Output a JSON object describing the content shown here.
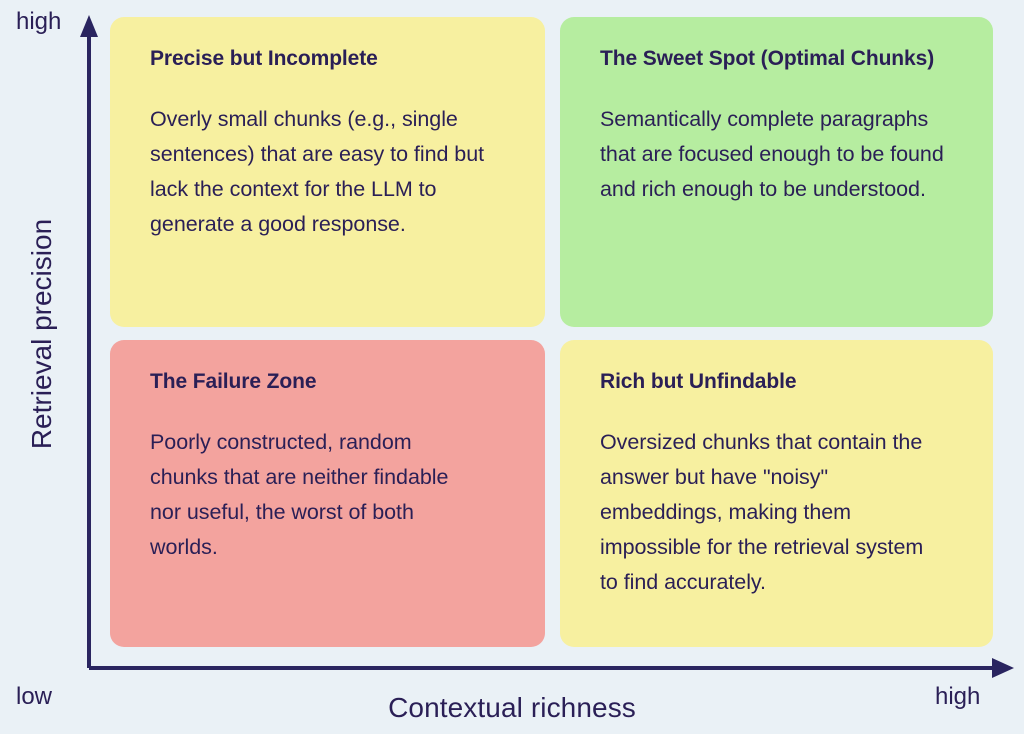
{
  "diagram": {
    "background_color": "#eaf1f6",
    "axis_color": "#2a2560",
    "text_color": "#2a1f56",
    "type": "2x2-matrix",
    "x_axis": {
      "title": "Contextual richness",
      "low_label": "low",
      "high_label": "high"
    },
    "y_axis": {
      "title": "Retrieval precision",
      "low_label": "low",
      "high_label": "high"
    },
    "quadrants": [
      {
        "id": "precise-but-incomplete",
        "position": "top-left",
        "color": "#f7f0a0",
        "title": "Precise but Incomplete",
        "body": "Overly small chunks (e.g., single sentences) that are easy to find but lack the context for the LLM to generate a good response."
      },
      {
        "id": "the-sweet-spot",
        "position": "top-right",
        "color": "#b6eda0",
        "title": "The Sweet Spot (Optimal Chunks)",
        "body": "Semantically complete paragraphs that are focused enough to be found and rich enough to be understood."
      },
      {
        "id": "the-failure-zone",
        "position": "bottom-left",
        "color": "#f3a39e",
        "title": "The Failure Zone",
        "body": "Poorly constructed, random chunks that are neither findable nor useful, the worst of both worlds."
      },
      {
        "id": "rich-but-unfindable",
        "position": "bottom-right",
        "color": "#f7f0a0",
        "title": "Rich but Unfindable",
        "body": "Oversized chunks that contain the answer but have \"noisy\" embeddings, making them impossible for the retrieval system to find accurately."
      }
    ]
  }
}
